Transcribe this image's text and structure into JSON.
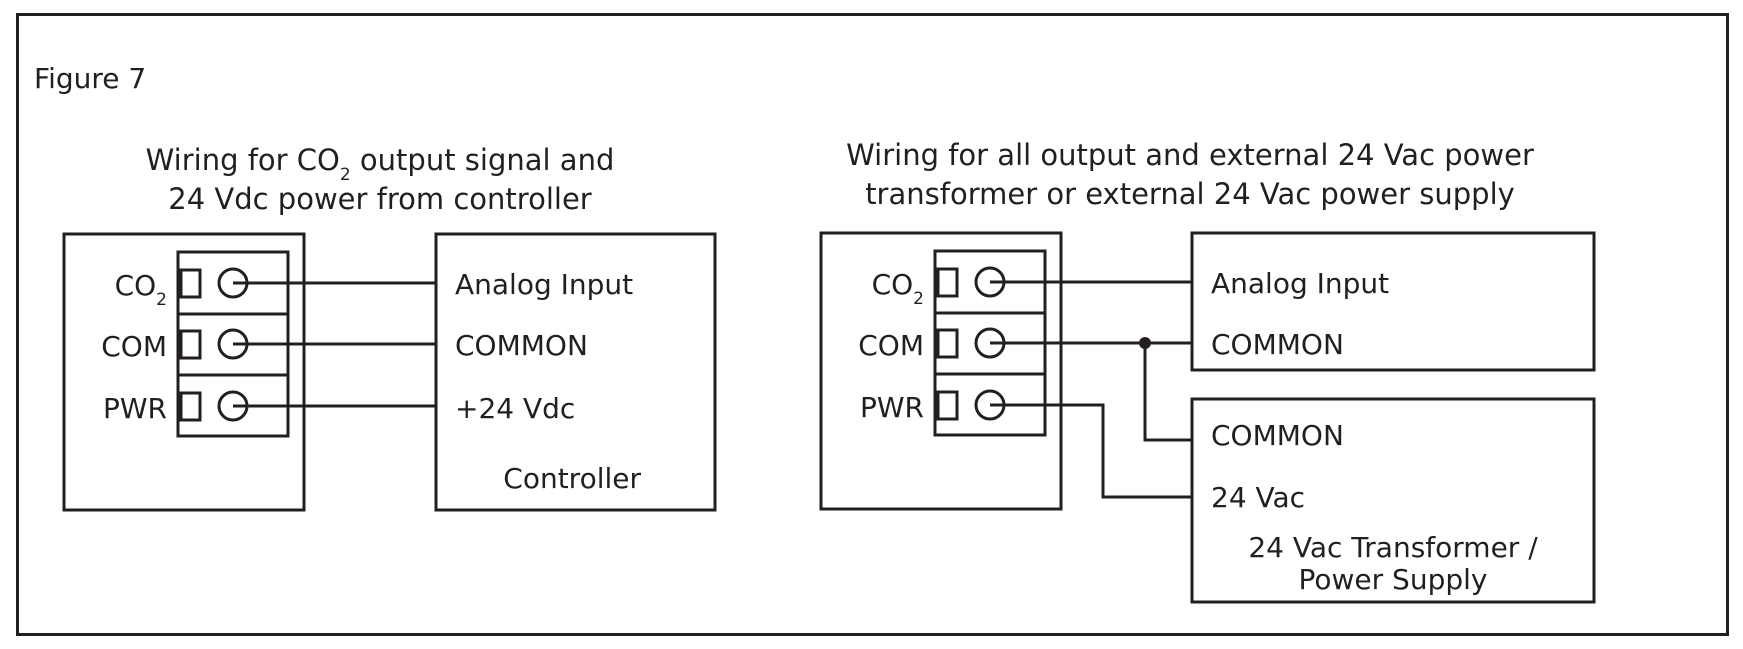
{
  "figure_label": "Figure 7",
  "left_diagram": {
    "title_line1_pre": "Wiring for CO",
    "title_line1_sub": "2",
    "title_line1_post": " output signal and",
    "title_line2": "24 Vdc power from controller",
    "terminals": [
      {
        "label": "CO",
        "sub": "2"
      },
      {
        "label": "COM",
        "sub": ""
      },
      {
        "label": "PWR",
        "sub": ""
      }
    ],
    "controller": {
      "inputs": [
        "Analog Input",
        "COMMON",
        "+24 Vdc"
      ],
      "name": "Controller"
    }
  },
  "right_diagram": {
    "title_line1": "Wiring for all output and external 24 Vac power",
    "title_line2": "transformer or external 24 Vac power supply",
    "terminals": [
      {
        "label": "CO",
        "sub": "2"
      },
      {
        "label": "COM",
        "sub": ""
      },
      {
        "label": "PWR",
        "sub": ""
      }
    ],
    "controller_inputs": [
      "Analog Input",
      "COMMON"
    ],
    "power_supply": {
      "inputs": [
        "COMMON",
        "24 Vac"
      ],
      "name_line1": "24 Vac Transformer /",
      "name_line2": "Power Supply"
    }
  },
  "colors": {
    "ink": "#231f20",
    "background": "#ffffff"
  }
}
